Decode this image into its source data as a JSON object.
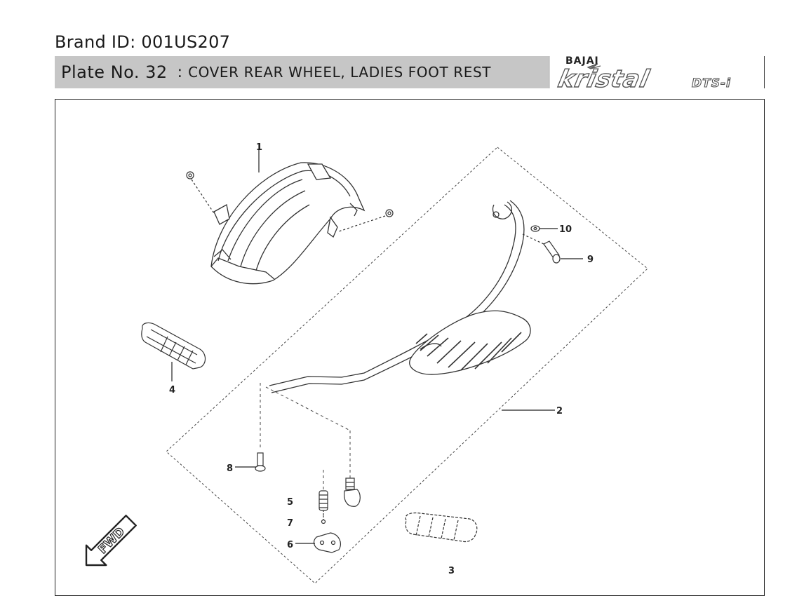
{
  "header": {
    "brand_id": "Brand ID: 001US207",
    "plate_no": "Plate No. 32",
    "separator": ":",
    "description": "COVER REAR WHEEL, LADIES FOOT REST"
  },
  "logo": {
    "maker": "BAJAJ",
    "model": "kristal",
    "variant": "DTS-i"
  },
  "diagram": {
    "fwd_label": "FWD",
    "callouts": [
      "1",
      "2",
      "3",
      "4",
      "5",
      "6",
      "7",
      "8",
      "9",
      "10"
    ]
  },
  "colors": {
    "title_bar": "#c6c6c6",
    "ink": "#222222"
  }
}
